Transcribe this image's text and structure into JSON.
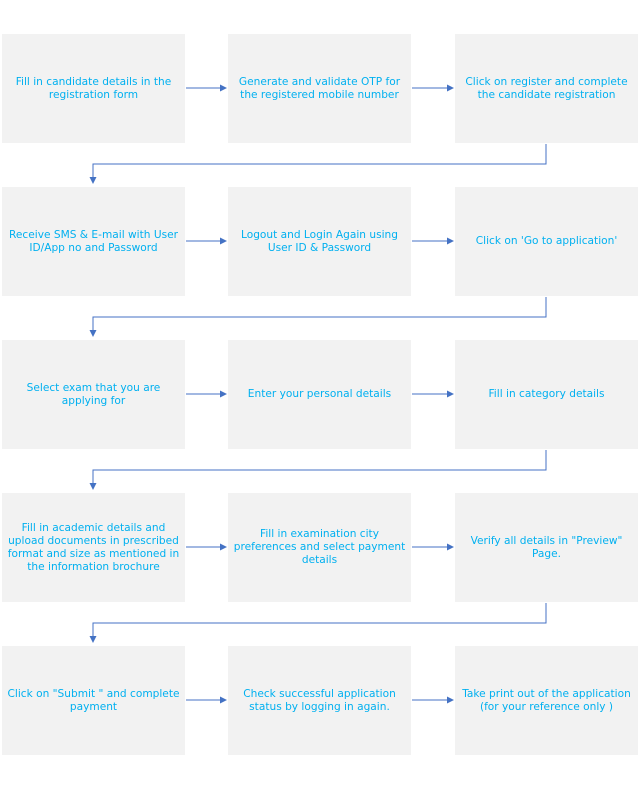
{
  "colors": {
    "box_fill": "#f2f2f2",
    "text": "#00b0f0",
    "arrow": "#4472c4"
  },
  "steps": [
    {
      "text": "Fill in candidate details in the registration form"
    },
    {
      "text": "Generate and validate OTP for the registered mobile number"
    },
    {
      "text": "Click on register and complete the candidate registration"
    },
    {
      "text": "Receive SMS & E-mail with User ID/App no and Password"
    },
    {
      "text": "Logout and Login Again using User ID & Password"
    },
    {
      "text": "Click on 'Go to application'"
    },
    {
      "text": "Select exam that you are applying for"
    },
    {
      "text": "Enter your personal details"
    },
    {
      "text": "Fill in category details"
    },
    {
      "text": "Fill in academic details and upload documents in prescribed format and size as mentioned in the information brochure"
    },
    {
      "text": "Fill in examination city preferences and select payment details"
    },
    {
      "text": "Verify all details in \"Preview\" Page."
    },
    {
      "text": "Click on \"Submit \" and complete payment"
    },
    {
      "text": "Check successful application status by logging in again."
    },
    {
      "text": "Take print out of the application (for your reference only )"
    }
  ]
}
